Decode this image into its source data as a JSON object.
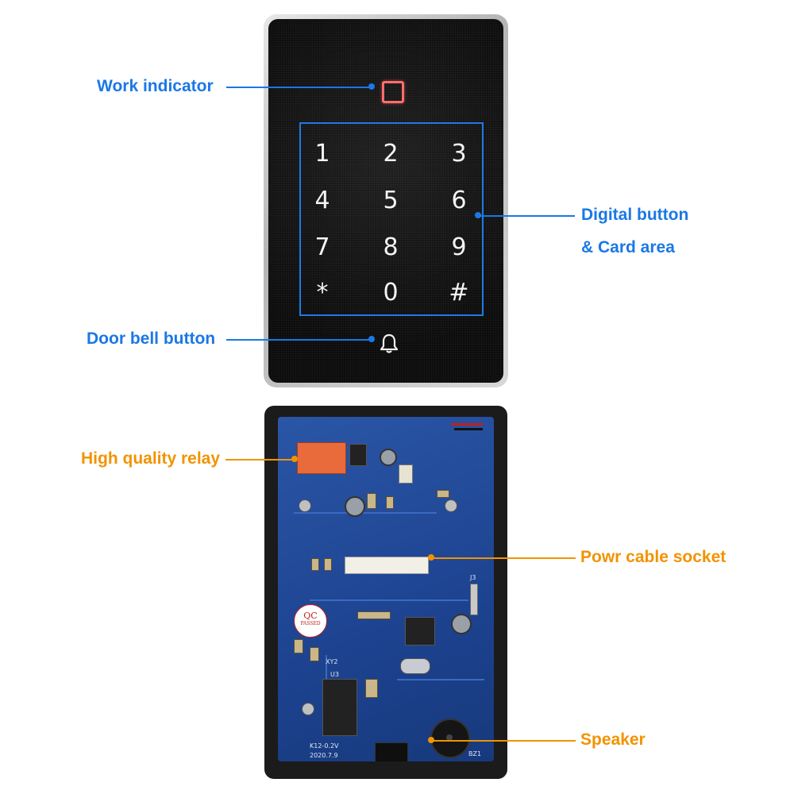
{
  "callouts": {
    "work_indicator": "Work indicator",
    "digital_button_line1": "Digital button",
    "digital_button_line2": "& Card area",
    "door_bell_button": "Door bell button",
    "high_quality_relay": "High quality relay",
    "power_cable_socket": "Powr cable socket",
    "speaker": "Speaker"
  },
  "keypad": {
    "keys": [
      "1",
      "2",
      "3",
      "4",
      "5",
      "6",
      "7",
      "8",
      "9",
      "*",
      "0",
      "#"
    ]
  },
  "pcb": {
    "qc_stamp_line1": "QC",
    "qc_stamp_line2": "PASSED",
    "board_id": "K12-0.2V",
    "board_date": "2020.7.9",
    "xy2_label": "XY2",
    "u3_label": "U3",
    "j3_label": "J3",
    "bz1_label": "BZ1"
  },
  "colors": {
    "blue_callout": "#1a78e6",
    "orange_callout": "#f29300",
    "indicator": "#ff6b6b",
    "pcb": "#1d4390"
  }
}
